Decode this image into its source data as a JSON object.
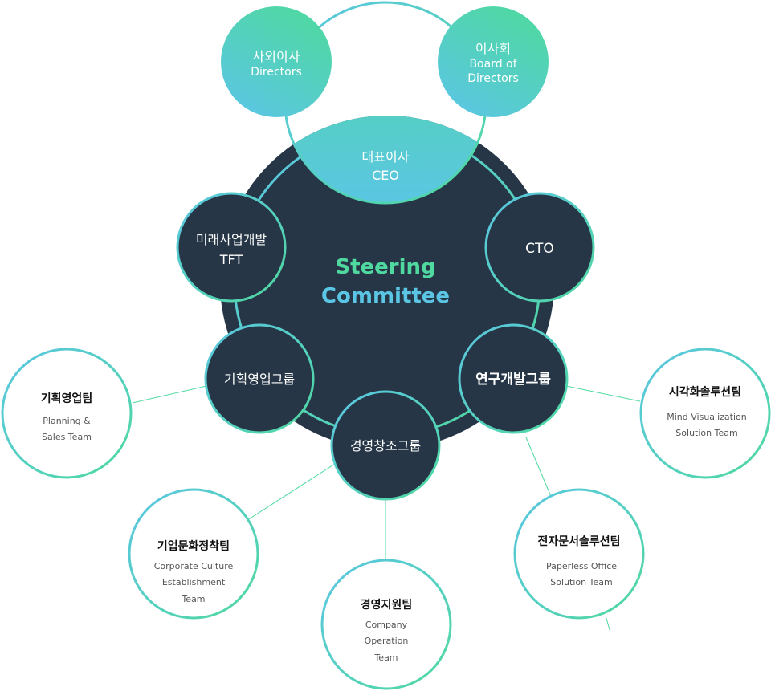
{
  "colors": {
    "dark": "#263646",
    "green": "#4fd9a0",
    "blue": "#5bc6e3"
  },
  "center": {
    "line1": "Steering",
    "line2": "Committee"
  },
  "board": {
    "outside_directors": {
      "ko": "사외이사",
      "en": "Directors"
    },
    "board_of_directors": {
      "ko": "이사회",
      "en1": "Board of",
      "en2": "Directors"
    },
    "ceo": {
      "ko": "대표이사",
      "en": "CEO"
    }
  },
  "nodes": {
    "tft": {
      "line1": "미래사업개발",
      "line2": "TFT"
    },
    "cto": {
      "label": "CTO"
    },
    "planning_group": {
      "label": "기획영업그룹"
    },
    "rnd_group": {
      "label": "연구개발그룹"
    },
    "management_group": {
      "label": "경영창조그룹"
    }
  },
  "teams": {
    "planning_sales": {
      "ko": "기획영업팀",
      "en1": "Planning &",
      "en2": "Sales Team"
    },
    "mind_viz": {
      "ko": "시각화솔루션팀",
      "en1": "Mind Visualization",
      "en2": "Solution Team"
    },
    "corporate_culture": {
      "ko": "기업문화정착팀",
      "en1": "Corporate Culture",
      "en2": "Establishment",
      "en3": "Team"
    },
    "company_operation": {
      "ko": "경영지원팀",
      "en1": "Company",
      "en2": "Operation",
      "en3": "Team"
    },
    "paperless": {
      "ko": "전자문서솔루션팀",
      "en1": "Paperless Office",
      "en2": "Solution Team"
    }
  }
}
